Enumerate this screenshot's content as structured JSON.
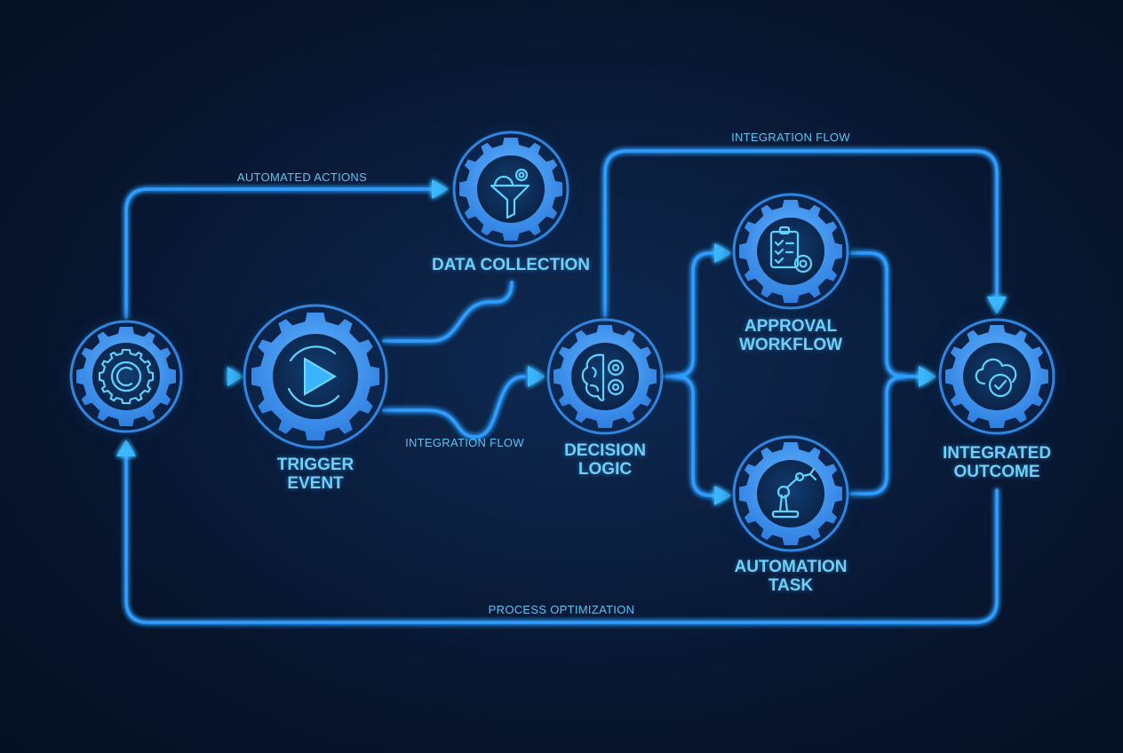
{
  "diagram": {
    "colors": {
      "background": "#07142b",
      "line": "#2f9dff",
      "label_text": "#6fd0f7",
      "edge_label_text": "#5cc3f0",
      "gear": "#3a8ff0"
    },
    "nodes": [
      {
        "id": "start",
        "label_lines": [],
        "icon": "gear-icon"
      },
      {
        "id": "trigger",
        "label_lines": [
          "TRIGGER",
          "EVENT"
        ],
        "icon": "play-icon"
      },
      {
        "id": "data",
        "label_lines": [
          "DATA COLLECTION"
        ],
        "icon": "funnel-gears-icon"
      },
      {
        "id": "decision",
        "label_lines": [
          "DECISION",
          "LOGIC"
        ],
        "icon": "brain-gears-icon"
      },
      {
        "id": "approval",
        "label_lines": [
          "APPROVAL",
          "WORKFLOW"
        ],
        "icon": "clipboard-gear-icon"
      },
      {
        "id": "automation",
        "label_lines": [
          "AUTOMATION",
          "TASK"
        ],
        "icon": "robot-arm-icon"
      },
      {
        "id": "outcome",
        "label_lines": [
          "INTEGRATED",
          "OUTCOME"
        ],
        "icon": "cloud-check-icon"
      }
    ],
    "edge_labels": {
      "automated_actions": "AUTOMATED ACTIONS",
      "integration_flow_top": "INTEGRATION FLOW",
      "integration_flow_middle": "INTEGRATION FLOW",
      "process_optimization": "PROCESS OPTIMIZATION"
    },
    "edges": [
      {
        "from": "start",
        "to": "trigger"
      },
      {
        "from": "start",
        "to": "data",
        "label": "AUTOMATED ACTIONS"
      },
      {
        "from": "trigger",
        "to": "decision",
        "label": "INTEGRATION FLOW"
      },
      {
        "from": "trigger",
        "to": "data"
      },
      {
        "from": "decision",
        "to": "approval"
      },
      {
        "from": "decision",
        "to": "automation"
      },
      {
        "from": "decision",
        "to": "outcome",
        "label": "INTEGRATION FLOW"
      },
      {
        "from": "approval",
        "to": "outcome"
      },
      {
        "from": "automation",
        "to": "outcome"
      },
      {
        "from": "outcome",
        "to": "start",
        "label": "PROCESS OPTIMIZATION"
      }
    ]
  }
}
